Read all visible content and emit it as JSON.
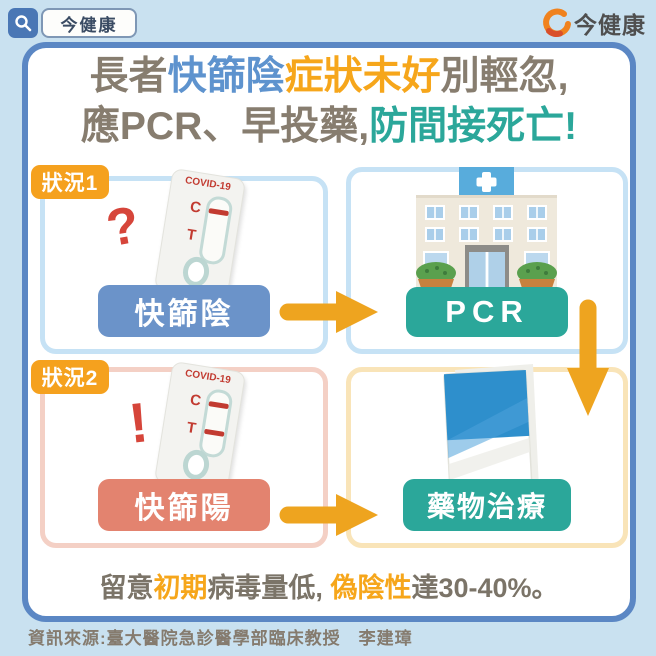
{
  "header": {
    "search_label": "今健康",
    "logo_label": "今健康"
  },
  "title": {
    "l1_p1": "長者",
    "l1_p2": "快篩陰",
    "l1_p3": "症狀未好",
    "l1_p4": "別輕忽,",
    "l2_p1": "應PCR、早投藥,",
    "l2_p2": "防間接死亡!"
  },
  "situation1": {
    "badge": "狀況1",
    "mark": "?",
    "cassette": {
      "label": "COVID-19",
      "c": "C",
      "t": "T"
    },
    "button": "快篩陰"
  },
  "pcr_panel": {
    "button": "PCR"
  },
  "situation2": {
    "badge": "狀況2",
    "mark": "!",
    "cassette": {
      "label": "COVID-19",
      "c": "C",
      "t": "T"
    },
    "button": "快篩陽"
  },
  "treatment_panel": {
    "button": "藥物治療"
  },
  "note": {
    "p1": "留意",
    "p2": "初期",
    "p3": "病毒量低,",
    "p4": "偽陰性",
    "p5": "達30-40%。"
  },
  "source": "資訊來源:臺大醫院急診醫學部臨床教授　李建璋",
  "icons": {
    "search": "magnifier",
    "logo": "orange-swoosh-b",
    "arrow_right": "orange-right-arrow",
    "arrow_down": "orange-down-arrow",
    "hospital": "hospital-building",
    "medicine": "medicine-box"
  },
  "colors": {
    "background": "#C9E1F0",
    "card_border": "#5B87C4",
    "accent_orange": "#F6A61B",
    "accent_blue": "#5E93CE",
    "accent_teal": "#2BA79A",
    "accent_salmon": "#E3836F",
    "arrow": "#EEA41F",
    "alert_red": "#D6453A"
  }
}
